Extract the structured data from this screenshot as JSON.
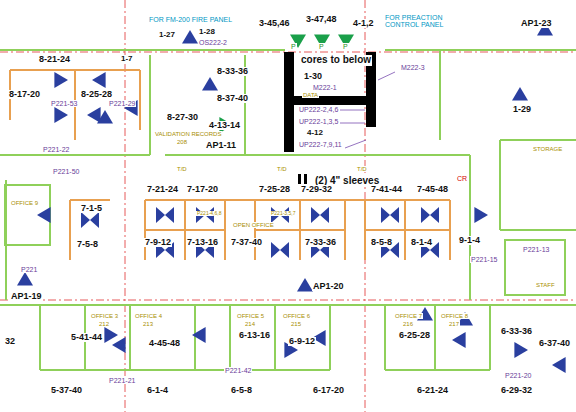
{
  "diagram": {
    "labels": [
      "FOR FM-200 FIRE PANEL",
      "FOR PREACTION CONTROL PANEL",
      "3-45,46",
      "3-47,48",
      "4-1,2",
      "1-27",
      "1-28",
      "OS222-2",
      "P",
      "P",
      "P",
      "AP1-23",
      "cores to below",
      "1-30",
      "M222-1",
      "M222-3",
      "DATA",
      "UP222-2,4,6",
      "UP222-1,3,5",
      "UP222-7,9,11",
      "4-12",
      "(2) 4\" sleeves",
      "1-29",
      "8-21-24",
      "1-7",
      "8-33-36",
      "8-17-20",
      "8-25-28",
      "P221-53",
      "P221-29",
      "8-37-40",
      "8-27-30",
      "VALIDATION RECORDS",
      "208",
      "4-13-14",
      "AP1-11",
      "P221-22",
      "P221-50",
      "OFFICE 9",
      "7-1-5",
      "7-5-8",
      "7-21-24",
      "7-17-20",
      "7-25-28",
      "7-29-32",
      "7-41-44",
      "7-45-48",
      "7-9-12",
      "7-13-16",
      "7-37-40",
      "7-33-36",
      "8-5-8",
      "8-1-4",
      "9-1-4",
      "OPEN OFFICE",
      "P221",
      "AP1-19",
      "AP1-20",
      "P221-13",
      "P221-15",
      "STORAGE",
      "STAFF",
      "CR",
      "T/D",
      "T/D",
      "T/D",
      "OFFICE 3",
      "212",
      "OFFICE 4",
      "213",
      "OFFICE 5",
      "214",
      "OFFICE 6",
      "215",
      "OFFICE 7",
      "216",
      "OFFICE 8",
      "217",
      "5-41-44",
      "4-45-48",
      "6-13-16",
      "6-9-12",
      "6-25-28",
      "6-33-36",
      "6-37-40",
      "P221-21",
      "P221-42",
      "P221-20",
      "5-37-40",
      "6-1-4",
      "6-5-8",
      "6-17-20",
      "6-21-24",
      "6-29-32",
      "32",
      "P221-4,6,8",
      "P221-3,5,7"
    ]
  }
}
